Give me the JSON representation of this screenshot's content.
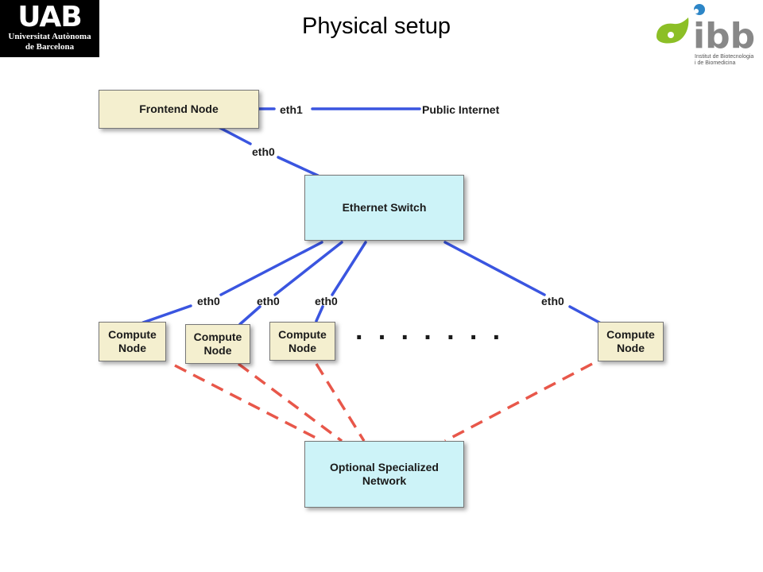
{
  "header": {
    "title": "Physical setup",
    "uab_logo": {
      "mark": "UAB",
      "line1": "Universitat Autònoma",
      "line2": "de Barcelona"
    },
    "ibb_logo": {
      "mark": "ibb",
      "line1": "Institut de Biotecnologia",
      "line2": "i de Biomedicina"
    }
  },
  "diagram": {
    "frontend": "Frontend Node",
    "public_internet": "Public Internet",
    "switch": "Ethernet Switch",
    "compute_nodes": [
      "Compute Node",
      "Compute Node",
      "Compute Node",
      "Compute Node"
    ],
    "specialized_network": "Optional Specialized Network",
    "labels": {
      "eth1": "eth1",
      "eth0_frontend": "eth0",
      "eth0_node1": "eth0",
      "eth0_node2": "eth0",
      "eth0_node3": "eth0",
      "eth0_node4": "eth0"
    },
    "ellipsis": "· · · · · · ·",
    "colors": {
      "ethernet_link": "#3a55e0",
      "specialized_link": "#e8574a",
      "node_fill": "#f4efcf",
      "network_fill": "#cdf3f8"
    }
  }
}
